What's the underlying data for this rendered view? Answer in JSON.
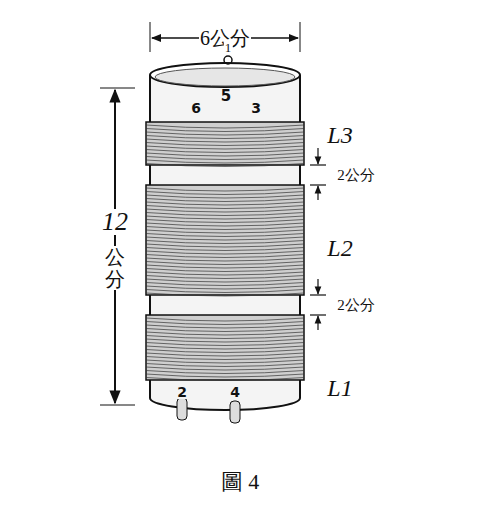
{
  "diagram": {
    "caption": "圖 4",
    "labels": [
      "6公分",
      "12",
      "公分",
      "L3",
      "2公分",
      "L2",
      "2公分",
      "L1",
      "1",
      "5",
      "6",
      "3",
      "2",
      "4"
    ]
  }
}
